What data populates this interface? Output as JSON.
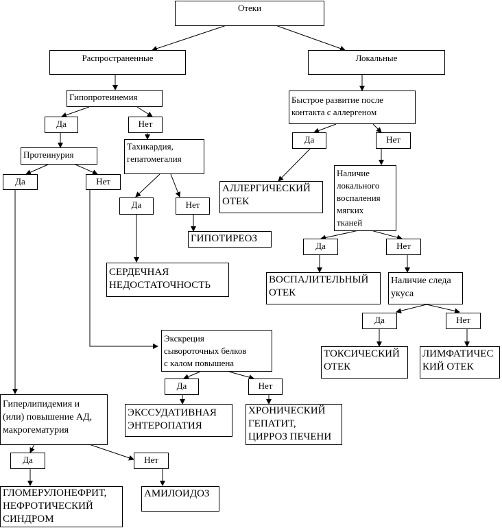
{
  "nodes": {
    "edema": "Отеки",
    "widespread": "Распространенные",
    "local": "Локальные",
    "hypoproteinemia": "Гипопротеинемия",
    "hypo_yes": "Да",
    "hypo_no": "Нет",
    "proteinuria": "Протеинурия",
    "prot_yes": "Да",
    "prot_no": "Нет",
    "tachycardia": "Тахикардия,\nгепатомегалия",
    "tachy_yes": "Да",
    "tachy_no": "Нет",
    "hypothyroidism": "ГИПОТИРЕОЗ",
    "heart_failure": "СЕРДЕЧНАЯ\nНЕДОСТАТОЧНОСТЬ",
    "excretion": "Экскреция\nсывороточных белков\nс калом повышена",
    "excr_yes": "Да",
    "excr_no": "Нет",
    "exudative": "ЭКССУДАТИВНАЯ\nЭНТЕРОПАТИЯ",
    "chronic_hepatitis": "ХРОНИЧЕСКИЙ\nГЕПАТИТ,\nЦИРРОЗ ПЕЧЕНИ",
    "hyperlipidemia": "Гиперлипидемия и\n(или) повышение АД,\nмакрогематурия",
    "hyper_yes": "Да",
    "hyper_no": "Нет",
    "glomerulonephritis": "ГЛОМЕРУЛОНЕФРИТ,\nНЕФРОТИЧЕСКИЙ\nСИНДРОМ",
    "amyloidosis": "АМИЛОИДОЗ",
    "rapid": "Быстрое развитие после\nконтакта с аллергеном",
    "rapid_yes": "Да",
    "rapid_no": "Нет",
    "allergic": "АЛЛЕРГИЧЕСКИЙ\nОТЕК",
    "inflammation": "Наличие\nлокального\nвоспаления\nмягких\nтканей",
    "infl_yes": "Да",
    "infl_no": "Нет",
    "inflammatory": "ВОСПАЛИТЕЛЬНЫЙ\nОТЕК",
    "bite": "Наличие следа\nукуса",
    "bite_yes": "Да",
    "bite_no": "Нет",
    "toxic": "ТОКСИЧЕСКИЙ\nОТЕК",
    "lymphatic": "ЛИМФАТИЧЕС\nКИЙ ОТЕК"
  }
}
